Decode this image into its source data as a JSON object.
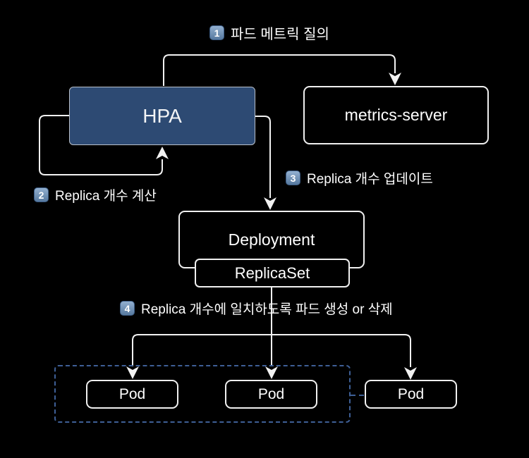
{
  "steps": [
    {
      "num": "1",
      "label": "파드 메트릭 질의"
    },
    {
      "num": "2",
      "label": "Replica 개수 계산"
    },
    {
      "num": "3",
      "label": "Replica 개수 업데이트"
    },
    {
      "num": "4",
      "label": "Replica 개수에 일치하도록 파드 생성 or 삭제"
    }
  ],
  "nodes": {
    "hpa": "HPA",
    "metrics_server": "metrics-server",
    "deployment": "Deployment",
    "replicaset": "ReplicaSet",
    "pods": [
      "Pod",
      "Pod",
      "Pod"
    ]
  },
  "colors": {
    "background": "#000000",
    "hpa-fill": "#2d4a73",
    "hpa-border": "#b9c0ca",
    "node-border": "#f0f0f0",
    "line": "#f2f2f2",
    "cluster-border": "#3e5f96",
    "badge-top": "#93b0d0",
    "badge-bottom": "#56799f",
    "badge-border": "#3c5c85",
    "text": "#ffffff"
  }
}
